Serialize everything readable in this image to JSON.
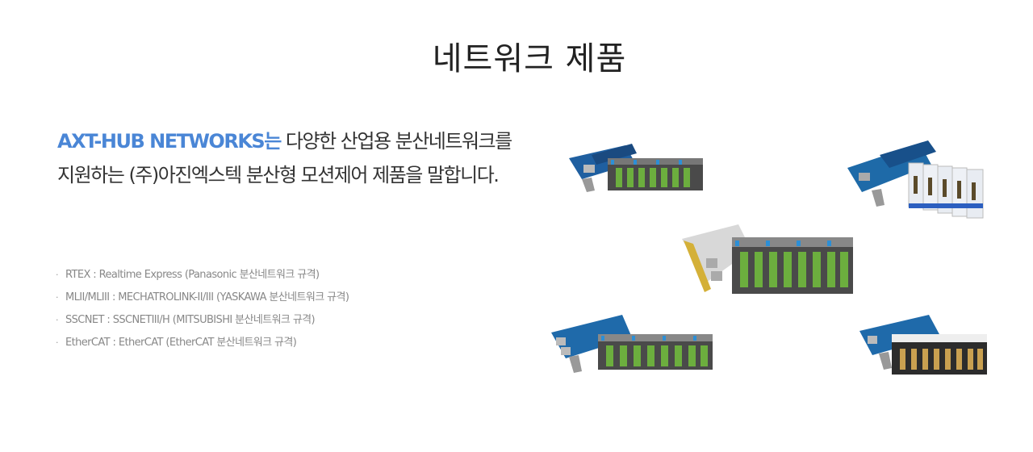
{
  "header": {
    "title": "네트워크 제품"
  },
  "intro": {
    "brand": "AXT-HUB NETWORKS는",
    "text": " 다양한 산업용 분산네트워크를 지원하는 (주)아진엑스텍 분산형 모션제어 제품을 말합니다."
  },
  "features": [
    {
      "bullet": "·",
      "text": "RTEX : Realtime Express (Panasonic 분산네트워크 규격)"
    },
    {
      "bullet": "·",
      "text": "MLII/MLIII : MECHATROLINK-II/III (YASKAWA 분산네트워크 규격)"
    },
    {
      "bullet": "·",
      "text": "SSCNET : SSCNETIII/H (MITSUBISHI 분산네트워크 규격)"
    },
    {
      "bullet": "·",
      "text": "EtherCAT : EtherCAT (EtherCAT 분산네트워크 규격)"
    }
  ],
  "products": [
    {
      "name": "rtex-board-with-module"
    },
    {
      "name": "mechatrolink-board-with-module"
    },
    {
      "name": "sscnet-board-with-module"
    },
    {
      "name": "ethercat-board-with-module"
    },
    {
      "name": "network-board-with-dark-module"
    }
  ]
}
